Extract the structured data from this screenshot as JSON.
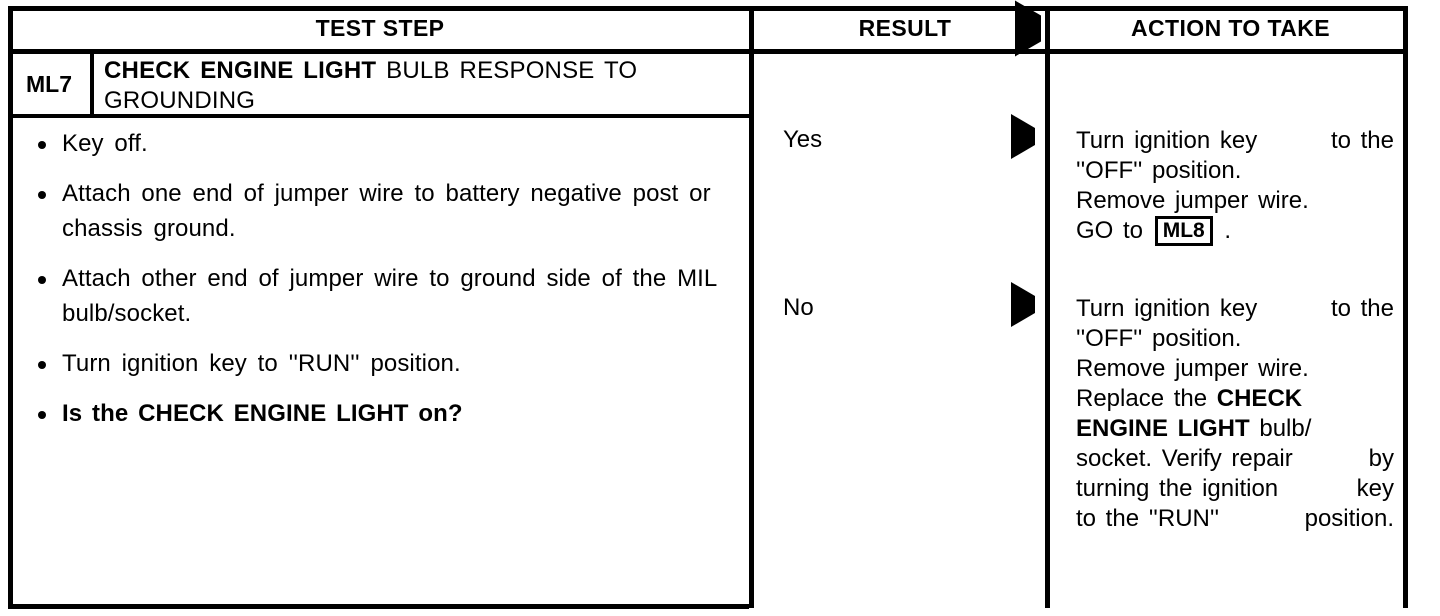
{
  "document": {
    "type": "diagnostic-test-step-table",
    "headers": {
      "test_step": "TEST STEP",
      "result": "RESULT",
      "action_to_take": "ACTION TO TAKE",
      "result_arrow_icon": "right-triangle-icon"
    }
  },
  "step": {
    "code": "ML7",
    "title_line_1_part_1": "CHECK",
    "title_line_1_part_2": "ENGINE LIGHT",
    "title_line_1_part_3": "BULB  RESPONSE  TO",
    "title_line_2": "GROUNDING",
    "title_full": "CHECK ENGINE LIGHT BULB RESPONSE TO GROUNDING",
    "bullets": [
      {
        "text": "Key off.",
        "bold": false
      },
      {
        "text": "Attach one end of jumper wire to battery negative post or chassis ground.",
        "bold": false
      },
      {
        "text": "Attach other end of jumper wire to ground side of the MIL bulb/socket.",
        "bold": false
      },
      {
        "text": "Turn ignition key to ''RUN'' position.",
        "bold": false
      },
      {
        "text": "Is the CHECK ENGINE LIGHT on?",
        "bold": true
      }
    ],
    "bullet_4_prefix": "Is the",
    "bullet_4_emphasis": "CHECK ENGINE LIGHT",
    "bullet_4_suffix": "on?"
  },
  "branches": [
    {
      "result": "Yes",
      "arrow_icon": "right-triangle-icon",
      "action_lines": [
        "Turn ignition key to the",
        "''OFF'' position.",
        "Remove jumper wire.",
        "GO to"
      ],
      "goto_label": "GO to",
      "goto_code": "ML8",
      "goto_period": "."
    },
    {
      "result": "No",
      "arrow_icon": "right-triangle-icon",
      "action_lines": [
        "Turn ignition key to the",
        "''OFF'' position.",
        "Remove jumper wire.",
        "Replace the CHECK",
        "ENGINE LIGHT bulb/",
        "socket. Verify repair by",
        "turning the ignition key",
        "to the ''RUN'' position."
      ],
      "line_turn_a": "Turn ignition key",
      "line_turn_b": "to the",
      "line_off": "''OFF'' position.",
      "line_remove": "Remove jumper wire.",
      "line_replace_prefix": "Replace the",
      "line_replace_bold_1": "CHECK",
      "line_bold_2": "ENGINE LIGHT",
      "line_bulb": "bulb/",
      "line_socket_a": "socket. Verify repair",
      "line_socket_b": "by",
      "line_turning_a": "turning the ignition",
      "line_turning_b": "key",
      "line_run_a": "to the ''RUN''",
      "line_run_b": "position."
    }
  ],
  "yes_branch_lines": {
    "l1_a": "Turn ignition key",
    "l1_b": "to the",
    "l2": "''OFF'' position.",
    "l3": "Remove jumper wire."
  },
  "colors": {
    "ink": "#000000",
    "paper": "#ffffff"
  }
}
